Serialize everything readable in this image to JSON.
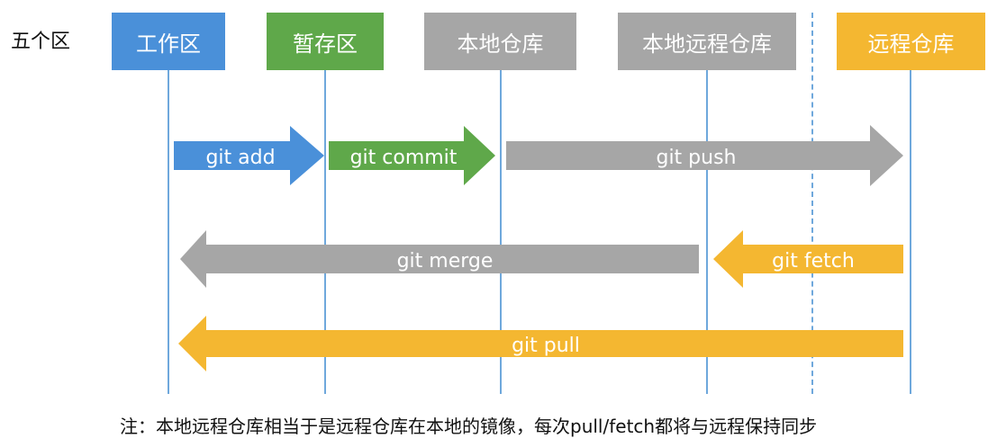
{
  "title": "五个区",
  "zones": [
    {
      "label": "工作区",
      "color": "#4a90d9"
    },
    {
      "label": "暂存区",
      "color": "#5fa84a"
    },
    {
      "label": "本地仓库",
      "color": "#a6a6a6"
    },
    {
      "label": "本地远程仓库",
      "color": "#a6a6a6"
    },
    {
      "label": "远程仓库",
      "color": "#f4b731"
    }
  ],
  "arrows": [
    {
      "label": "git add",
      "direction": "right",
      "color": "#4a90d9"
    },
    {
      "label": "git commit",
      "direction": "right",
      "color": "#5fa84a"
    },
    {
      "label": "git push",
      "direction": "right",
      "color": "#a6a6a6"
    },
    {
      "label": "git merge",
      "direction": "left",
      "color": "#a6a6a6"
    },
    {
      "label": "git fetch",
      "direction": "left",
      "color": "#f4b731"
    },
    {
      "label": "git pull",
      "direction": "left",
      "color": "#f4b731"
    }
  ],
  "note": "注：本地远程仓库相当于是远程仓库在本地的镜像，每次pull/fetch都将与远程保持同步"
}
